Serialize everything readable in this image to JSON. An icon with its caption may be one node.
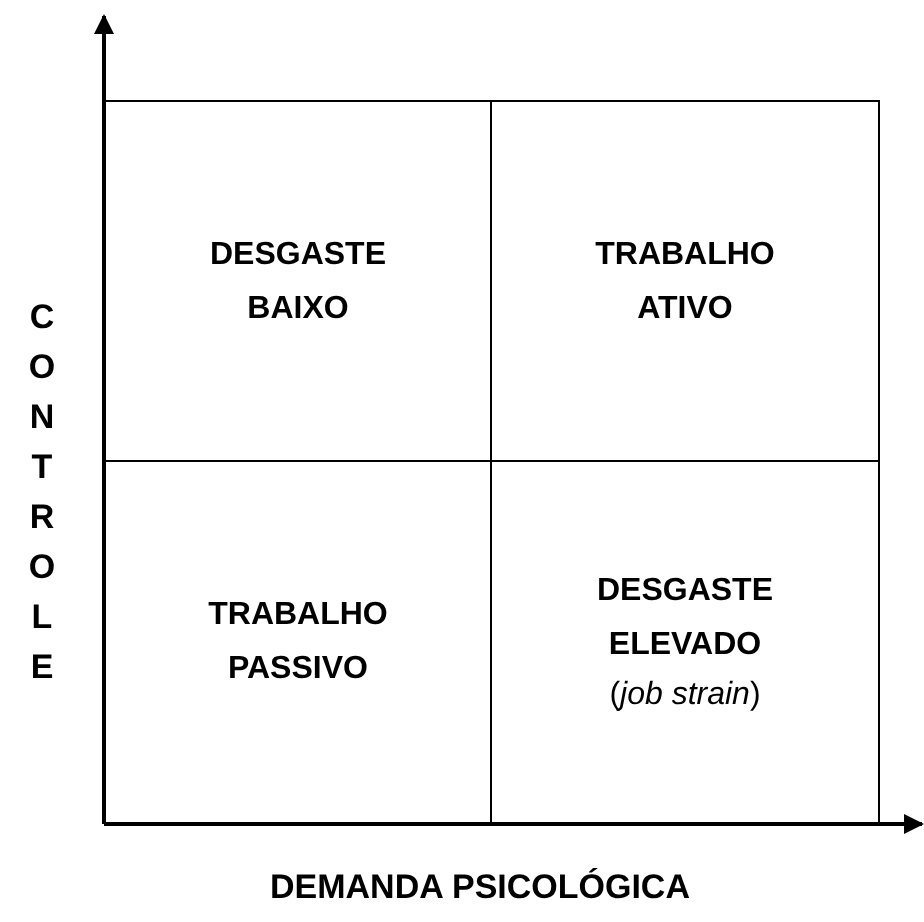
{
  "diagram": {
    "nodes": [
      {
        "text": [
          "DESGASTE BAIXO"
        ]
      },
      {
        "text": [
          "TRABALHO ATIVO"
        ]
      },
      {
        "text": [
          "TRABALHO PASSIVO"
        ]
      },
      {
        "text": [
          "DESGASTE ELEVADO",
          "(*job strain*)"
        ]
      }
    ],
    "labels": [
      "CONTROLE",
      "DEMANDA PSICOLÓGICA"
    ]
  }
}
